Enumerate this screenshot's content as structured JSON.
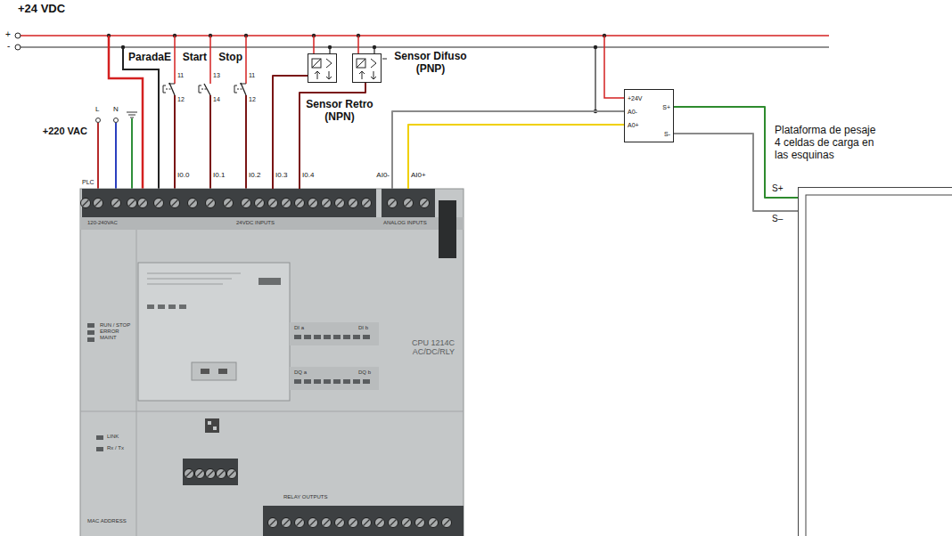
{
  "diagram": {
    "nodes": [
      {
        "text": [
          "Sensor Retro (NPN)"
        ]
      },
      {
        "text": [
          "Sensor Difuso (PNP)"
        ]
      },
      {
        "text": [
          "+24V",
          "A0-",
          "A0+",
          "S+",
          "S-"
        ]
      },
      {
        "text": [
          "CPU 1214C AC/DC/RLY",
          "120-240VAC",
          "24VDC INPUTS",
          "ANALOG INPUTS",
          "DI a",
          "DI b",
          "DQ a",
          "DQ b",
          "RUN / STOP ERROR MAINT",
          "LINK",
          "Rx / Tx",
          "RELAY OUTPUTS",
          "MAC ADDRESS"
        ]
      },
      {
        "text": [
          "Plataforma de pesaje 4 celdas de carga en las esquinas"
        ]
      }
    ],
    "edges": [
      {
        "from": 0,
        "to": 3,
        "arrow": "none"
      },
      {
        "from": 1,
        "to": 3,
        "arrow": "none"
      },
      {
        "from": 2,
        "to": 3,
        "arrow": "none"
      },
      {
        "from": 2,
        "to": 3,
        "arrow": "none"
      },
      {
        "from": 2,
        "to": 4,
        "arrow": "none"
      },
      {
        "from": 2,
        "to": 4,
        "arrow": "none"
      }
    ],
    "labels": [
      "+24 VDC",
      "+",
      "-",
      "ParadaE",
      "Start",
      "Stop",
      "11",
      "12",
      "13",
      "14",
      "11",
      "12",
      "+220 VAC",
      "L",
      "N",
      "PLC",
      "I0.0",
      "I0.1",
      "I0.2",
      "I0.3",
      "I0.4",
      "AI0-",
      "AI0+",
      "S+",
      "S–"
    ]
  }
}
